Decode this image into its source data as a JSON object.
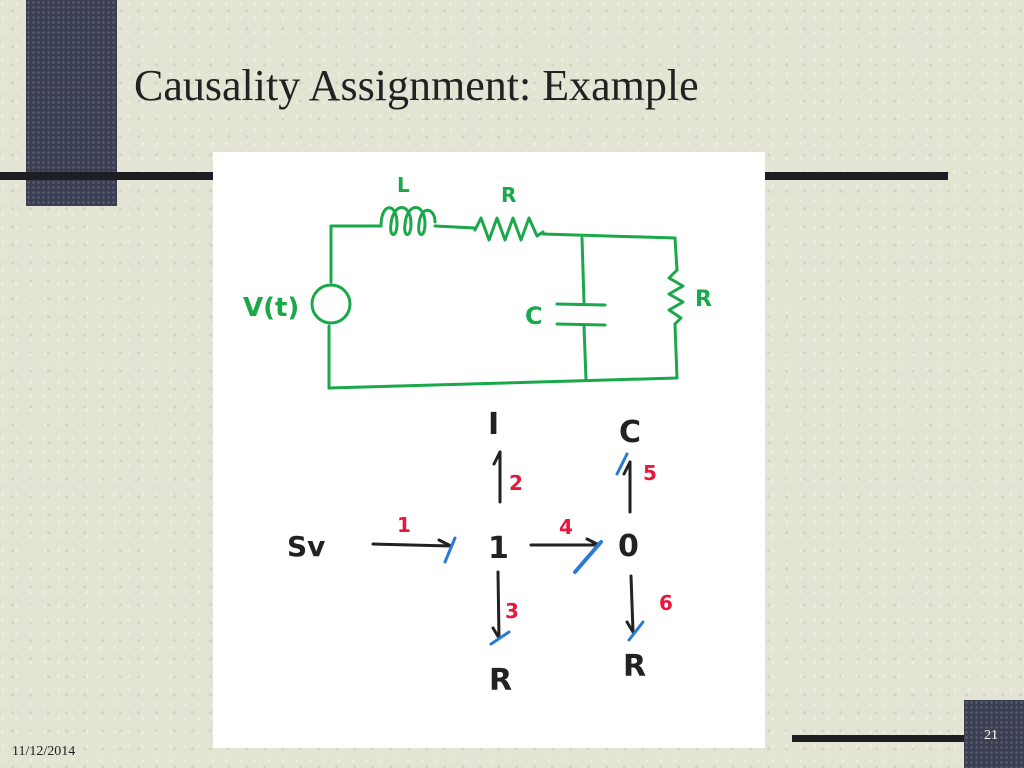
{
  "slide": {
    "title": "Causality Assignment: Example",
    "date": "11/12/2014",
    "page_number": "21"
  },
  "circuit": {
    "source_label": "V(t)",
    "inductor_label": "L",
    "series_resistor_label": "R",
    "capacitor_label": "C",
    "shunt_resistor_label": "R",
    "color": "#1aa84a"
  },
  "bond_graph": {
    "source": "Sv",
    "junction_1": "1",
    "junction_0": "0",
    "inertia_element": "I",
    "capacitance_element": "C",
    "resistor_on_1": "R",
    "resistor_on_0": "R",
    "bonds": [
      "1",
      "2",
      "3",
      "4",
      "5",
      "6"
    ],
    "bond_color": "#222222",
    "bond_number_color": "#e8183c",
    "causal_stroke_color": "#2a7ad8"
  }
}
